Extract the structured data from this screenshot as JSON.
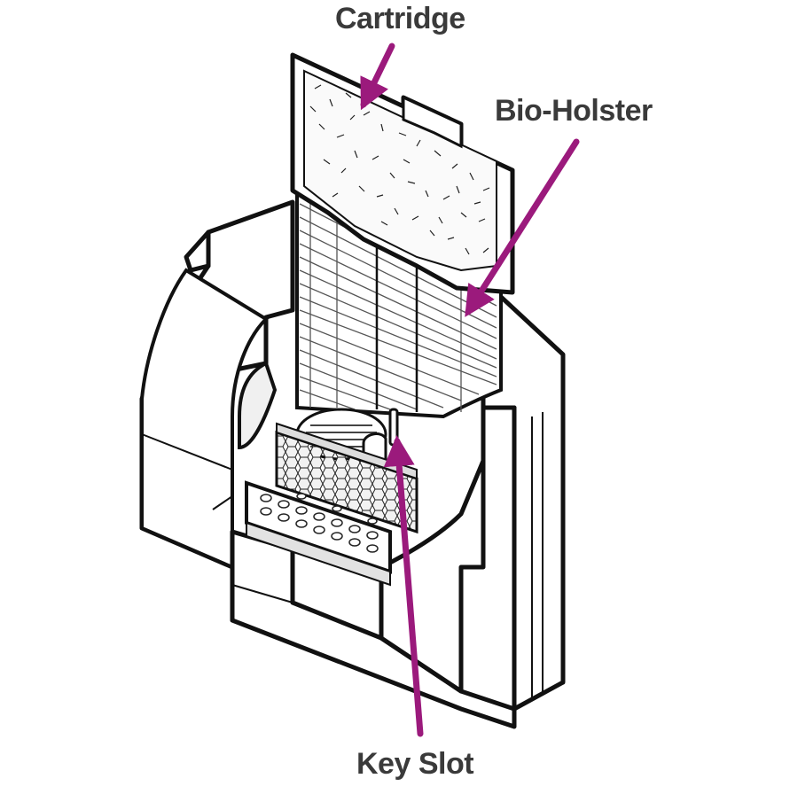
{
  "figure": {
    "subject": "aquarium power filter cutaway"
  },
  "callouts": {
    "cartridge": "Cartridge",
    "bio_holster": "Bio-Holster",
    "key_slot": "Key Slot"
  },
  "colors": {
    "outline": "#111111",
    "fill": "#ffffff",
    "shade": "#e6e6e6",
    "arrow": "#9b1a7c",
    "label": "#3a3a3a"
  }
}
